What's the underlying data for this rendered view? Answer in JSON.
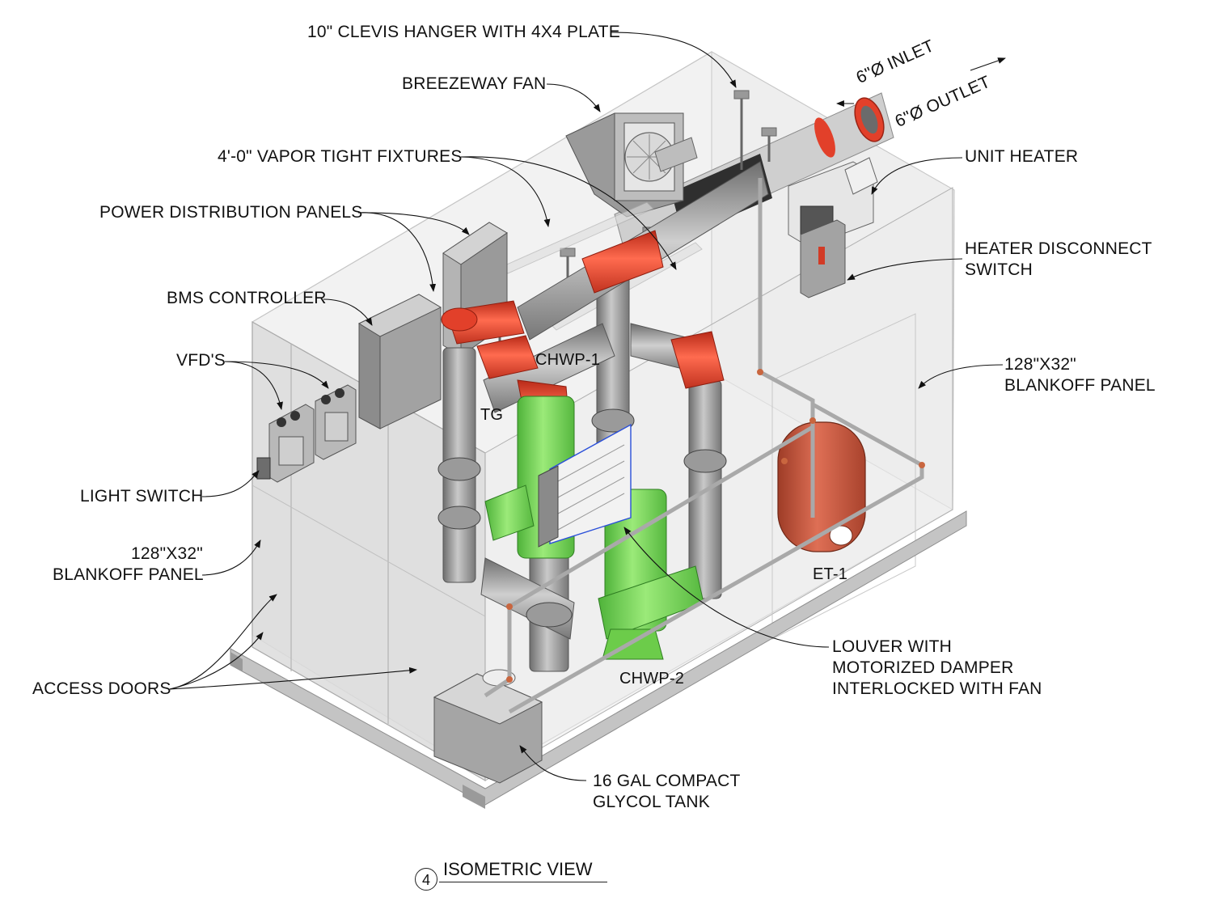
{
  "labels": {
    "clevis_hanger": "10\" CLEVIS HANGER WITH 4X4 PLATE",
    "breezeway_fan": "BREEZEWAY FAN",
    "inlet": "6\"Ø INLET",
    "outlet": "6\"Ø OUTLET",
    "vapor_fixtures": "4'-0\" VAPOR TIGHT FIXTURES",
    "unit_heater": "UNIT HEATER",
    "power_panels": "POWER DISTRIBUTION PANELS",
    "heater_disconnect_1": "HEATER DISCONNECT",
    "heater_disconnect_2": "SWITCH",
    "bms_controller": "BMS CONTROLLER",
    "vfds": "VFD'S",
    "chwp1": "CHWP-1",
    "tg": "TG",
    "blankoff_right_1": "128\"X32\"",
    "blankoff_right_2": "BLANKOFF PANEL",
    "light_switch": "LIGHT SWITCH",
    "blankoff_left_1": "128\"X32\"",
    "blankoff_left_2": "BLANKOFF PANEL",
    "et1": "ET-1",
    "louver_1": "LOUVER WITH",
    "louver_2": "MOTORIZED DAMPER",
    "louver_3": "INTERLOCKED WITH FAN",
    "access_doors": "ACCESS DOORS",
    "chwp2": "CHWP-2",
    "glycol_1": "16 GAL COMPACT",
    "glycol_2": "GLYCOL TANK"
  },
  "title": {
    "number": "4",
    "text": "ISOMETRIC VIEW"
  },
  "colors": {
    "enclosure": "#e9e9e9",
    "enclosure_edge": "#b5b5b5",
    "pipe_gray": "#8f8f8f",
    "pipe_red": "#e2402a",
    "pump_green": "#7ed957",
    "tank_red": "#c8543a",
    "duct_dark": "#3a3a3a",
    "panel_gray": "#a8a8a8",
    "leader": "#111111"
  }
}
